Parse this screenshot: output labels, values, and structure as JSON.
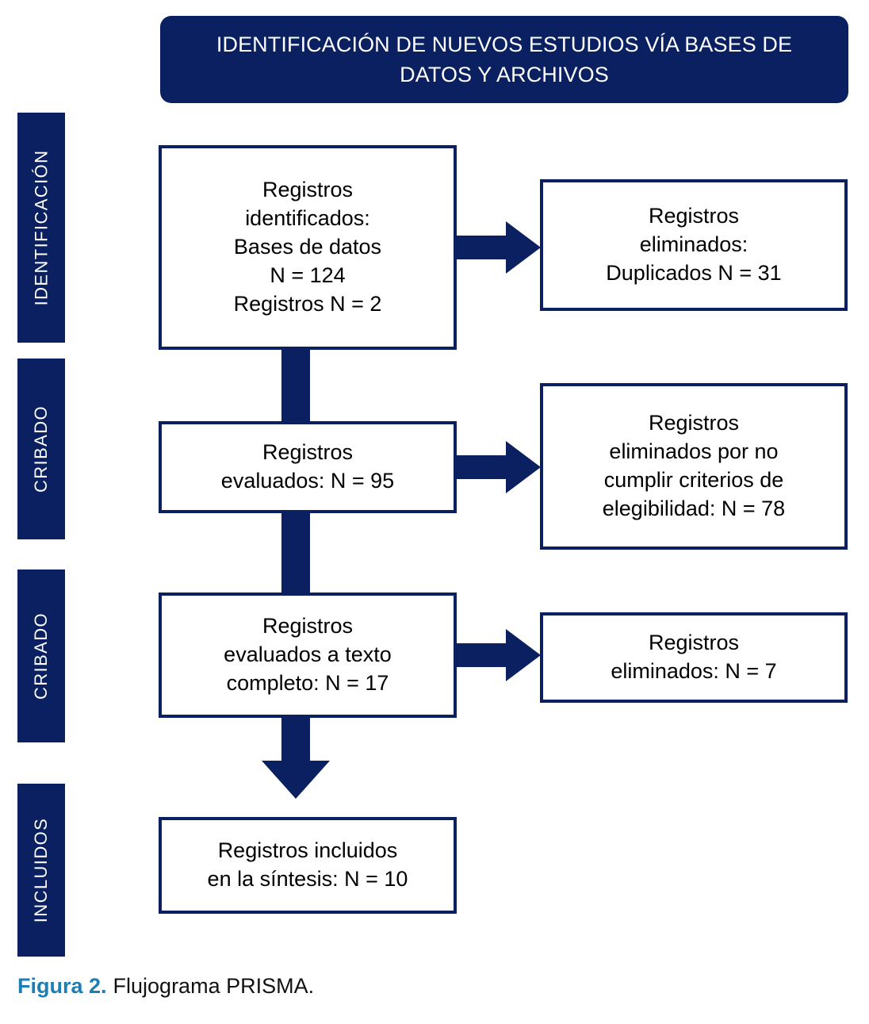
{
  "header": {
    "title": "IDENTIFICACIÓN DE NUEVOS ESTUDIOS VÍA BASES DE DATOS Y ARCHIVOS",
    "background_color": "#0a2060",
    "text_color": "#ffffff"
  },
  "stages": [
    {
      "label": "IDENTIFICACIÓN"
    },
    {
      "label": "CRIBADO"
    },
    {
      "label": "CRIBADO"
    },
    {
      "label": "INCLUIDOS"
    }
  ],
  "boxes": {
    "identified": {
      "lines": [
        "Registros",
        "identificados:",
        "Bases de datos",
        "N = 124",
        "Registros N = 2"
      ],
      "text": "Registros identificados: Bases de datos N = 124 Registros N = 2"
    },
    "duplicates_removed": {
      "lines": [
        "Registros",
        "eliminados:",
        "Duplicados N = 31"
      ],
      "text": "Registros eliminados: Duplicados N = 31"
    },
    "screened": {
      "lines": [
        "Registros",
        "evaluados: N = 95"
      ],
      "text": "Registros evaluados: N = 95"
    },
    "excluded_criteria": {
      "lines": [
        "Registros",
        "eliminados por no",
        "cumplir criterios de",
        "elegibilidad: N = 78"
      ],
      "text": "Registros eliminados por no cumplir criterios de elegibilidad: N = 78"
    },
    "fulltext_assessed": {
      "lines": [
        "Registros",
        "evaluados a texto",
        "completo: N = 17"
      ],
      "text": "Registros evaluados a texto completo: N = 17"
    },
    "excluded_fulltext": {
      "lines": [
        "Registros",
        "eliminados: N = 7"
      ],
      "text": "Registros eliminados: N = 7"
    },
    "included": {
      "lines": [
        "Registros incluidos",
        "en la síntesis: N = 10"
      ],
      "text": "Registros incluidos en la síntesis: N = 10"
    }
  },
  "caption": {
    "figure_number": "Figura 2.",
    "figure_text": "Flujograma PRISMA.",
    "number_color": "#1b7fb5"
  },
  "chart_data": {
    "type": "diagram",
    "title": "IDENTIFICACIÓN DE NUEVOS ESTUDIOS VÍA BASES DE DATOS Y ARCHIVOS",
    "nodes": [
      {
        "id": "identified",
        "stage": "IDENTIFICACIÓN",
        "label": "Registros identificados: Bases de datos N = 124 Registros N = 2",
        "values": {
          "Bases de datos": 124,
          "Registros": 2
        }
      },
      {
        "id": "duplicates_removed",
        "stage": "IDENTIFICACIÓN",
        "label": "Registros eliminados: Duplicados N = 31",
        "values": {
          "Duplicados": 31
        }
      },
      {
        "id": "screened",
        "stage": "CRIBADO",
        "label": "Registros evaluados: N = 95",
        "values": {
          "N": 95
        }
      },
      {
        "id": "excluded_criteria",
        "stage": "CRIBADO",
        "label": "Registros eliminados por no cumplir criterios de elegibilidad: N = 78",
        "values": {
          "N": 78
        }
      },
      {
        "id": "fulltext_assessed",
        "stage": "CRIBADO",
        "label": "Registros evaluados a texto completo: N = 17",
        "values": {
          "N": 17
        }
      },
      {
        "id": "excluded_fulltext",
        "stage": "CRIBADO",
        "label": "Registros eliminados: N = 7",
        "values": {
          "N": 7
        }
      },
      {
        "id": "included",
        "stage": "INCLUIDOS",
        "label": "Registros incluidos en la síntesis: N = 10",
        "values": {
          "N": 10
        }
      }
    ],
    "edges": [
      {
        "from": "identified",
        "to": "duplicates_removed",
        "direction": "right"
      },
      {
        "from": "identified",
        "to": "screened",
        "direction": "down"
      },
      {
        "from": "screened",
        "to": "excluded_criteria",
        "direction": "right"
      },
      {
        "from": "screened",
        "to": "fulltext_assessed",
        "direction": "down"
      },
      {
        "from": "fulltext_assessed",
        "to": "excluded_fulltext",
        "direction": "right"
      },
      {
        "from": "fulltext_assessed",
        "to": "included",
        "direction": "down"
      }
    ]
  }
}
